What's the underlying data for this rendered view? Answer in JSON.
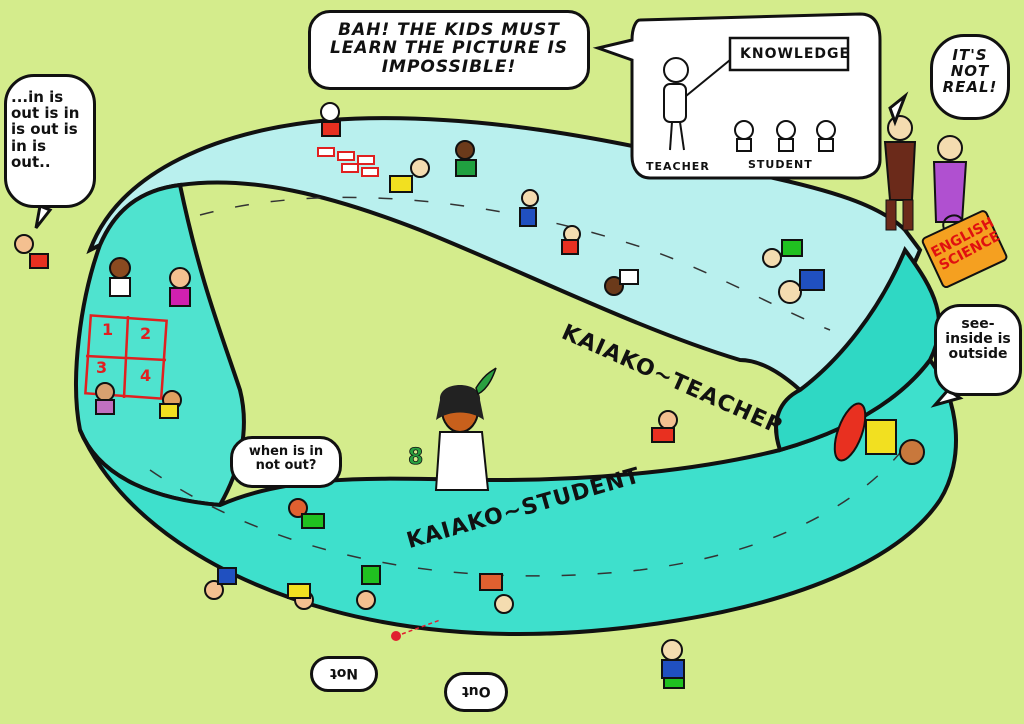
{
  "scene": {
    "background_color": "#d4ec8c",
    "strip_color": "#3ee0cc",
    "strip_light_color": "#b9f0ee",
    "outline_color": "#111111",
    "strip_labels": {
      "teacher": "KAIAKO~TEACHER",
      "student": "KAIAKO~STUDENT"
    }
  },
  "bubbles": {
    "teacher_shout": "BAH! THE KIDS MUST LEARN THE PICTURE IS IMPOSSIBLE!",
    "not_real": "IT'S NOT REAL!",
    "in_is_out": "...in is out is in is out is in is out..",
    "see_inside": "see-inside is outside",
    "when_is_in": "when is in not out?",
    "not_upside_down": "Not",
    "out_upside_down": "Out"
  },
  "inset_panel": {
    "box_label": "KNOWLEDGE",
    "teacher_caption": "TEACHER",
    "student_caption": "STUDENT"
  },
  "suitcase": {
    "line1": "ENGLISH",
    "line2": "SCIENCE",
    "color": "#f5a020",
    "text_color": "#e01010"
  },
  "hopscotch": {
    "cells": [
      "1",
      "2",
      "3",
      "4"
    ]
  },
  "characters": [
    {
      "name": "teacher-man-pointing",
      "location": "top-right"
    },
    {
      "name": "woman-with-suitcase",
      "location": "top-right"
    },
    {
      "name": "maori-woman-holding-koru",
      "location": "center"
    },
    {
      "name": "skateboarder",
      "location": "right"
    },
    {
      "name": "child-hanging-below",
      "location": "bottom-center"
    },
    {
      "name": "children-playing-hopscotch",
      "location": "left"
    },
    {
      "name": "children-playing-marbles",
      "location": "top-center"
    },
    {
      "name": "children-skipping-rope",
      "location": "center-top"
    }
  ]
}
